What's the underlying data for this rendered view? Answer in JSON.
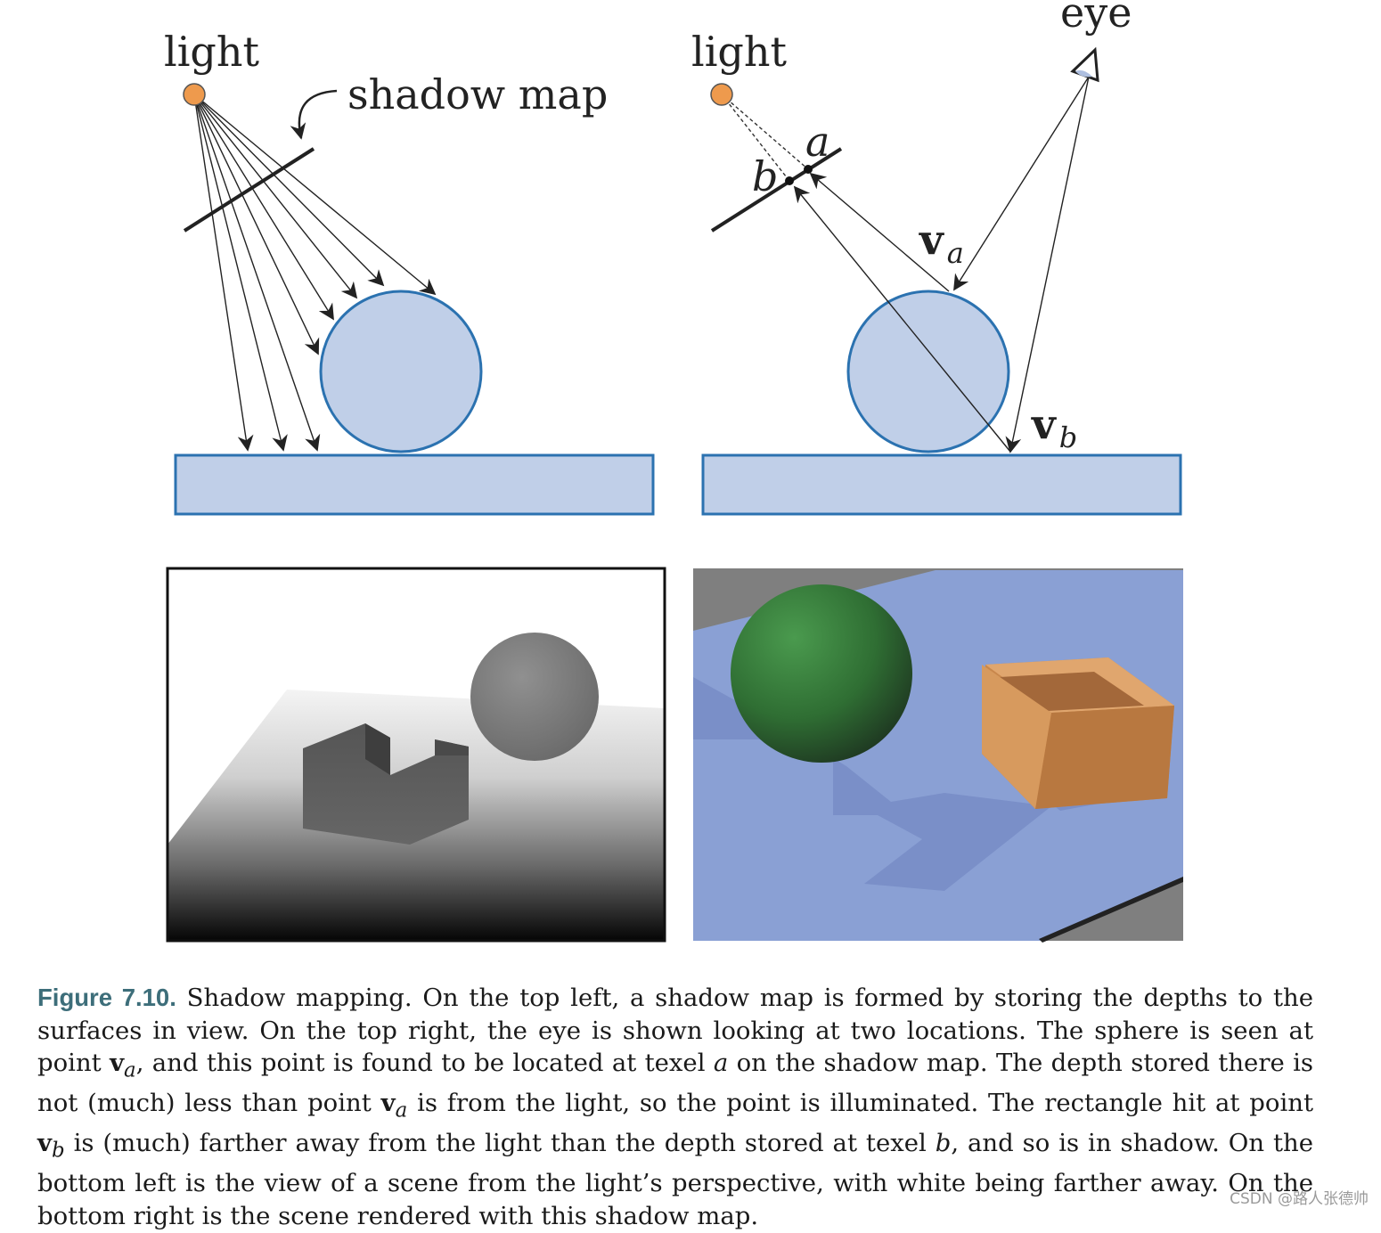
{
  "diagram_left": {
    "light_label": "light",
    "shadow_map_label": "shadow map"
  },
  "diagram_right": {
    "light_label": "light",
    "eye_label": "eye",
    "texel_a_label": "a",
    "texel_b_label": "b",
    "va_base": "v",
    "va_sub": "a",
    "vb_base": "v",
    "vb_sub": "b"
  },
  "colors": {
    "light_fill": "#ee9a4d",
    "object_fill": "#c0cfe8",
    "object_stroke": "#2b72b0",
    "caption_label": "#3d6e7a"
  },
  "caption": {
    "label": "Figure 7.10.",
    "seg1": " Shadow mapping. On the top left, a shadow map is formed by storing the depths to the surfaces in view. On the top right, the eye is shown looking at two locations. The sphere is seen at point ",
    "va_base": "v",
    "va_sub": "a",
    "seg2": ", and this point is found to be located at texel ",
    "texel_a": "a",
    "seg3": " on the shadow map. The depth stored there is not (much) less than point ",
    "va2_base": "v",
    "va2_sub": "a",
    "seg4": " is from the light, so the point is illuminated. The rectangle hit at point ",
    "vb_base": "v",
    "vb_sub": "b",
    "seg5": " is (much) farther away from the light than the depth stored at texel ",
    "texel_b": "b",
    "seg6": ", and so is in shadow. On the bottom left is the view of a scene from the light’s perspective, with white being farther away. On the bottom right is the scene rendered with this shadow map."
  },
  "watermark": "CSDN @路人张德帅"
}
